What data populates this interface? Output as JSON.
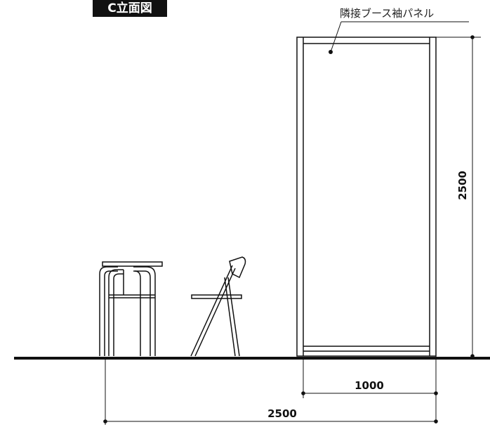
{
  "title": "C立面図",
  "callout": {
    "label": "隣接ブース袖パネル"
  },
  "dimensions": {
    "height": "2500",
    "panel_width": "1000",
    "total_width": "2500"
  },
  "colors": {
    "ink": "#111111",
    "title_background": "#111111",
    "title_text": "#ffffff",
    "background": "#ffffff"
  }
}
